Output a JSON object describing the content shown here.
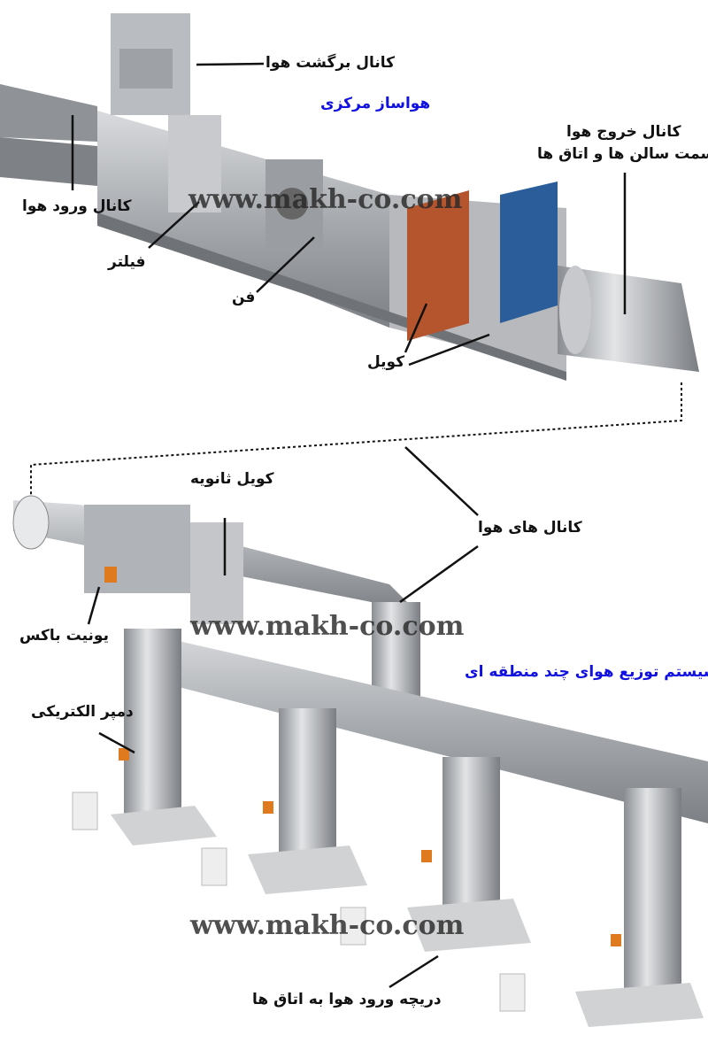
{
  "title_main": "هواساز مرکزی",
  "title_distribution": "سیستم توزیع هوای چند منطقه ای",
  "labels": {
    "return_duct": "کانال برگشت هوا",
    "outlet_duct_line1": "کانال خروج هوا",
    "outlet_duct_line2": "به سمت سالن ها و اتاق ها",
    "inlet_duct": "کانال ورود هوا",
    "filter": "فیلتر",
    "fan": "فن",
    "coil": "کویل",
    "secondary_coil": "کویل ثانویه",
    "air_ducts": "کانال های هوا",
    "unit_box": "یونیت باکس",
    "electric_damper": "دمپر الکتریکی",
    "room_diffuser": "دریچه ورود هوا به اتاق ها"
  },
  "watermark": "www.makh-co.com",
  "colors": {
    "title_blue": "#1010e0",
    "metal": "#a9acb0",
    "hot_coil": "#b5552e",
    "cold_coil": "#2a5d9a",
    "damper_actuator": "#e07a1f"
  }
}
